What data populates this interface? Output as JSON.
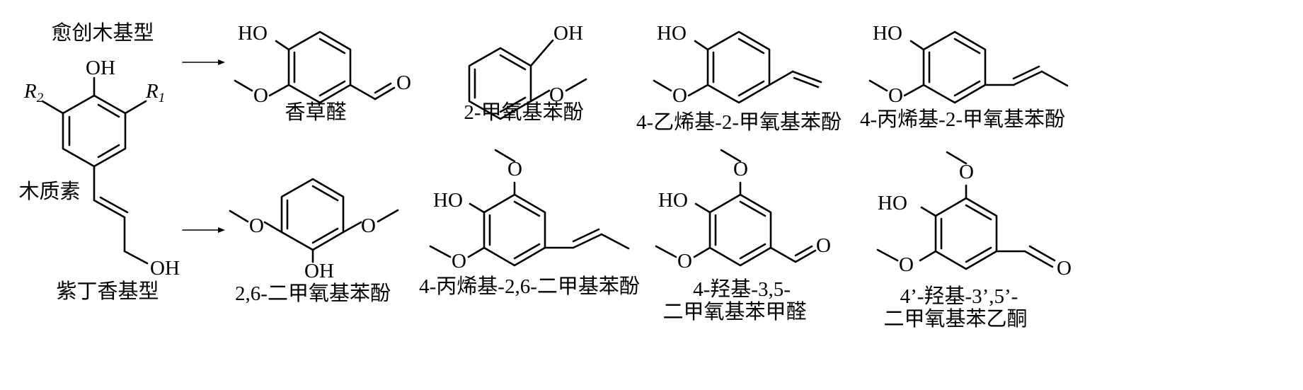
{
  "classes": {
    "guaiacyl": "愈创木基型",
    "syringyl": "紫丁香基型",
    "lignin": "木质素"
  },
  "precursor": {
    "oh_top": "OH",
    "r1": "R",
    "r1_sub": "1",
    "r2": "R",
    "r2_sub": "2",
    "oh_chain": "OH"
  },
  "atom_labels": {
    "ho": "HO",
    "oh": "OH",
    "o": "O"
  },
  "compounds": [
    {
      "id": "vanillin",
      "name": "香草醛"
    },
    {
      "id": "guaiacol",
      "name": "2-甲氧基苯酚"
    },
    {
      "id": "vinylguaiacol",
      "name": "4-乙烯基-2-甲氧基苯酚"
    },
    {
      "id": "propenylguaiacol",
      "name": "4-丙烯基-2-甲氧基苯酚"
    },
    {
      "id": "syringol",
      "name": "2,6-二甲氧基苯酚"
    },
    {
      "id": "propenylsyringol",
      "name": "4-丙烯基-2,6-二甲基苯酚"
    },
    {
      "id": "syringaldehyde",
      "name_line1": "4-羟基-3,5-",
      "name_line2": "二甲氧基苯甲醛"
    },
    {
      "id": "acetosyringone",
      "name_line1": "4’-羟基-3’,5’-",
      "name_line2": "二甲氧基苯乙酮"
    }
  ]
}
